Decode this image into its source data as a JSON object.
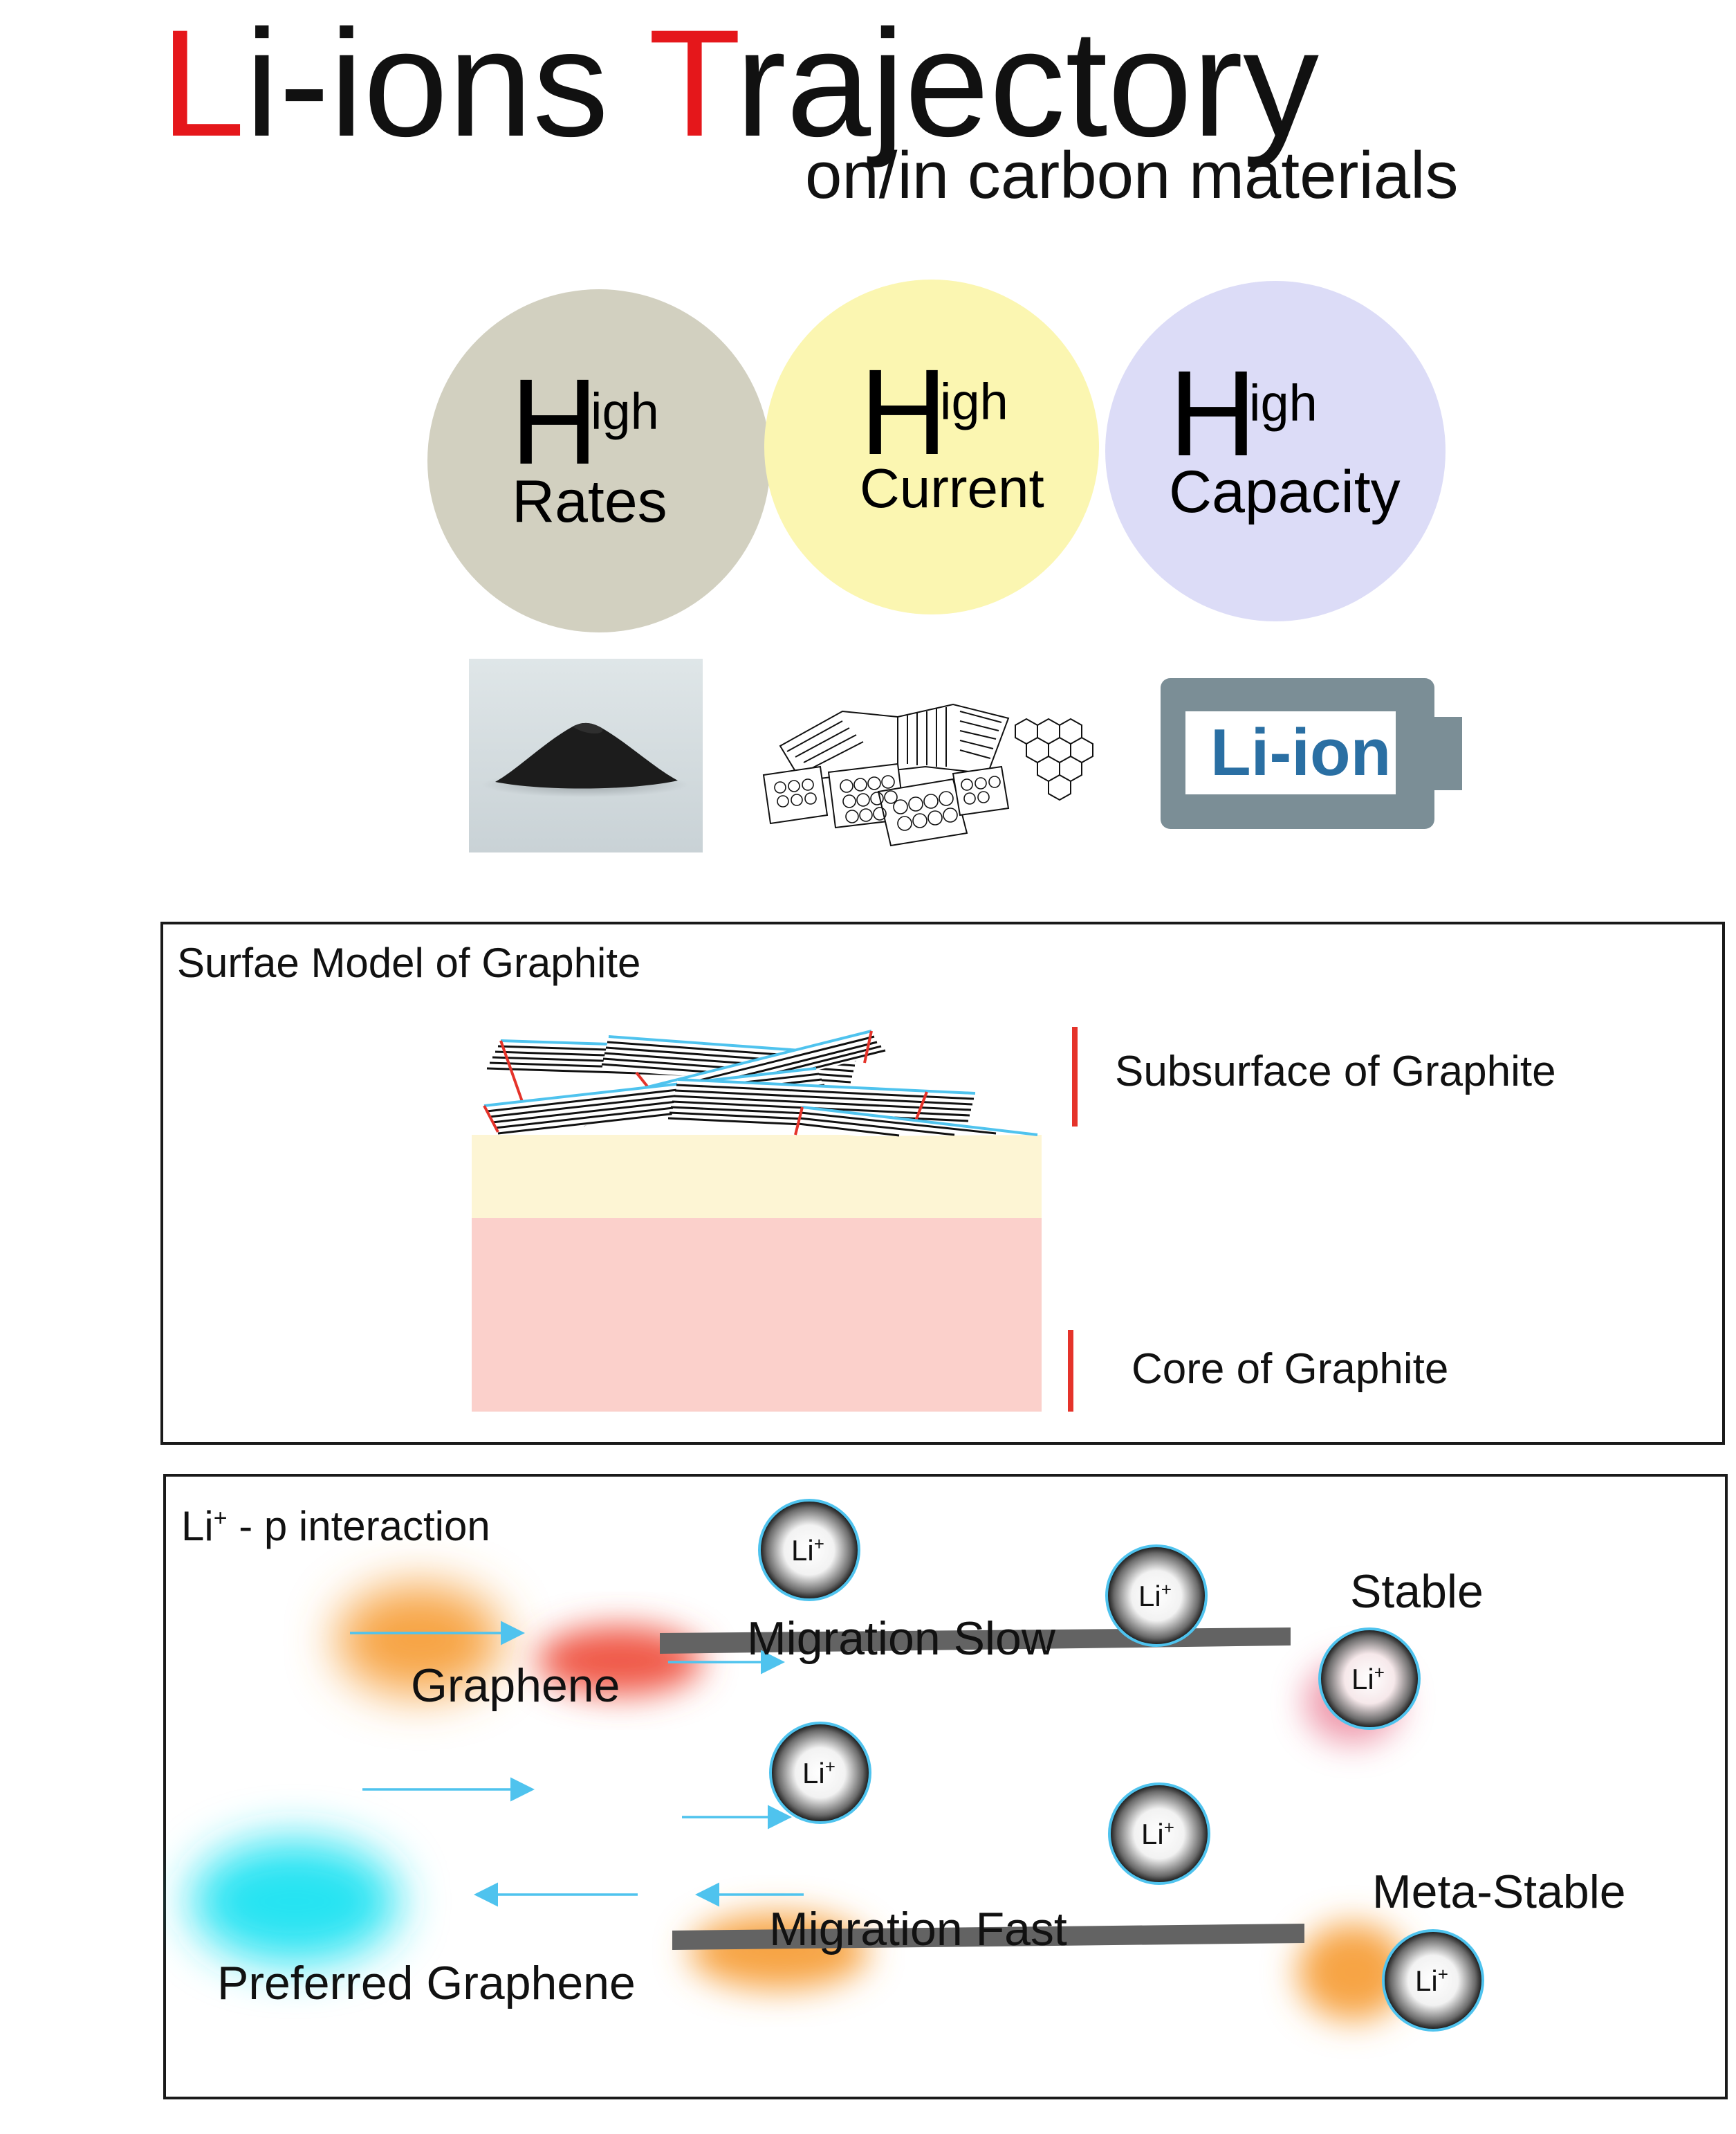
{
  "title": {
    "letter1": "L",
    "part1": "i-ions ",
    "letter2": "T",
    "part2": "rajectory",
    "subtitle": "on/in carbon materials",
    "accent_color": "#e5171b"
  },
  "circles": [
    {
      "big": "H",
      "small1": "igh",
      "small2": "Rates",
      "color": "#d2d0c0"
    },
    {
      "big": "H",
      "small1": "igh",
      "small2": "Current",
      "color": "#fbf6b1"
    },
    {
      "big": "H",
      "small1": "igh",
      "small2": "Capacity",
      "color": "#dcdcf7"
    }
  ],
  "images": {
    "powder": "carbon-powder-photo",
    "structure": "carbon-structure-sketch",
    "battery": {
      "text_left": "Li-",
      "text_right": "ion",
      "color": "#7b8e96",
      "text_color": "#2a6fa3"
    }
  },
  "surface_panel": {
    "title": "Surfae Model of Graphite",
    "subsurface_label": "Subsurface of Graphite",
    "core_label": "Core of Graphite",
    "subsurface_color": "#fdf5d4",
    "core_color": "#fbd0cb",
    "marker_color": "#e5332a"
  },
  "interaction_panel": {
    "title_main": "Li",
    "title_sup": "+",
    "title_rest": " - p interaction",
    "graphene_label": "Graphene",
    "preferred_label": "Preferred Graphene",
    "migration_slow": "Migration Slow",
    "migration_fast": "Migration Fast",
    "stable": "Stable",
    "meta_stable": "Meta-Stable",
    "ion_main": "Li",
    "ion_sup": "+",
    "arrow_color": "#4fc3ee",
    "bar_color": "#636363"
  }
}
